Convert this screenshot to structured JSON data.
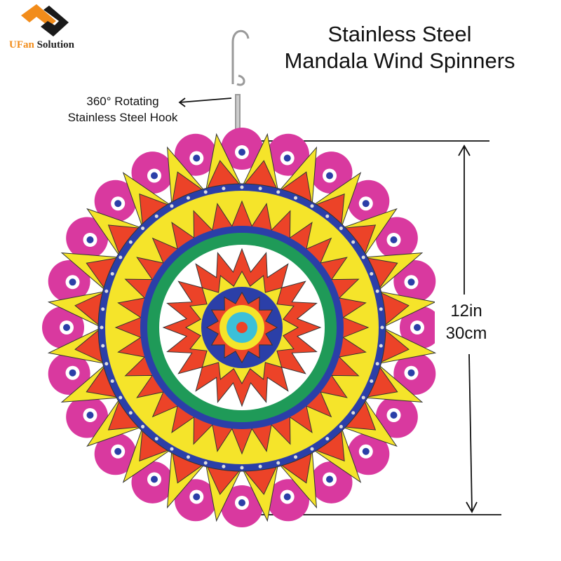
{
  "logo": {
    "brand_first": "UFan",
    "brand_second": "Solution",
    "colors": {
      "orange": "#f28c1a",
      "black": "#1a1a1a"
    }
  },
  "title": {
    "line1": "Stainless Steel",
    "line2": "Mandala Wind Spinners"
  },
  "hook_annotation": {
    "line1": "360° Rotating",
    "line2": "Stainless Steel Hook"
  },
  "dimension": {
    "inches": "12in",
    "centimeters": "30cm"
  },
  "colors": {
    "magenta": "#d9399f",
    "yellow": "#f5e42a",
    "red": "#ec4328",
    "blue": "#2b3fa8",
    "green": "#1f9a58",
    "cyan": "#3cc0d8"
  }
}
